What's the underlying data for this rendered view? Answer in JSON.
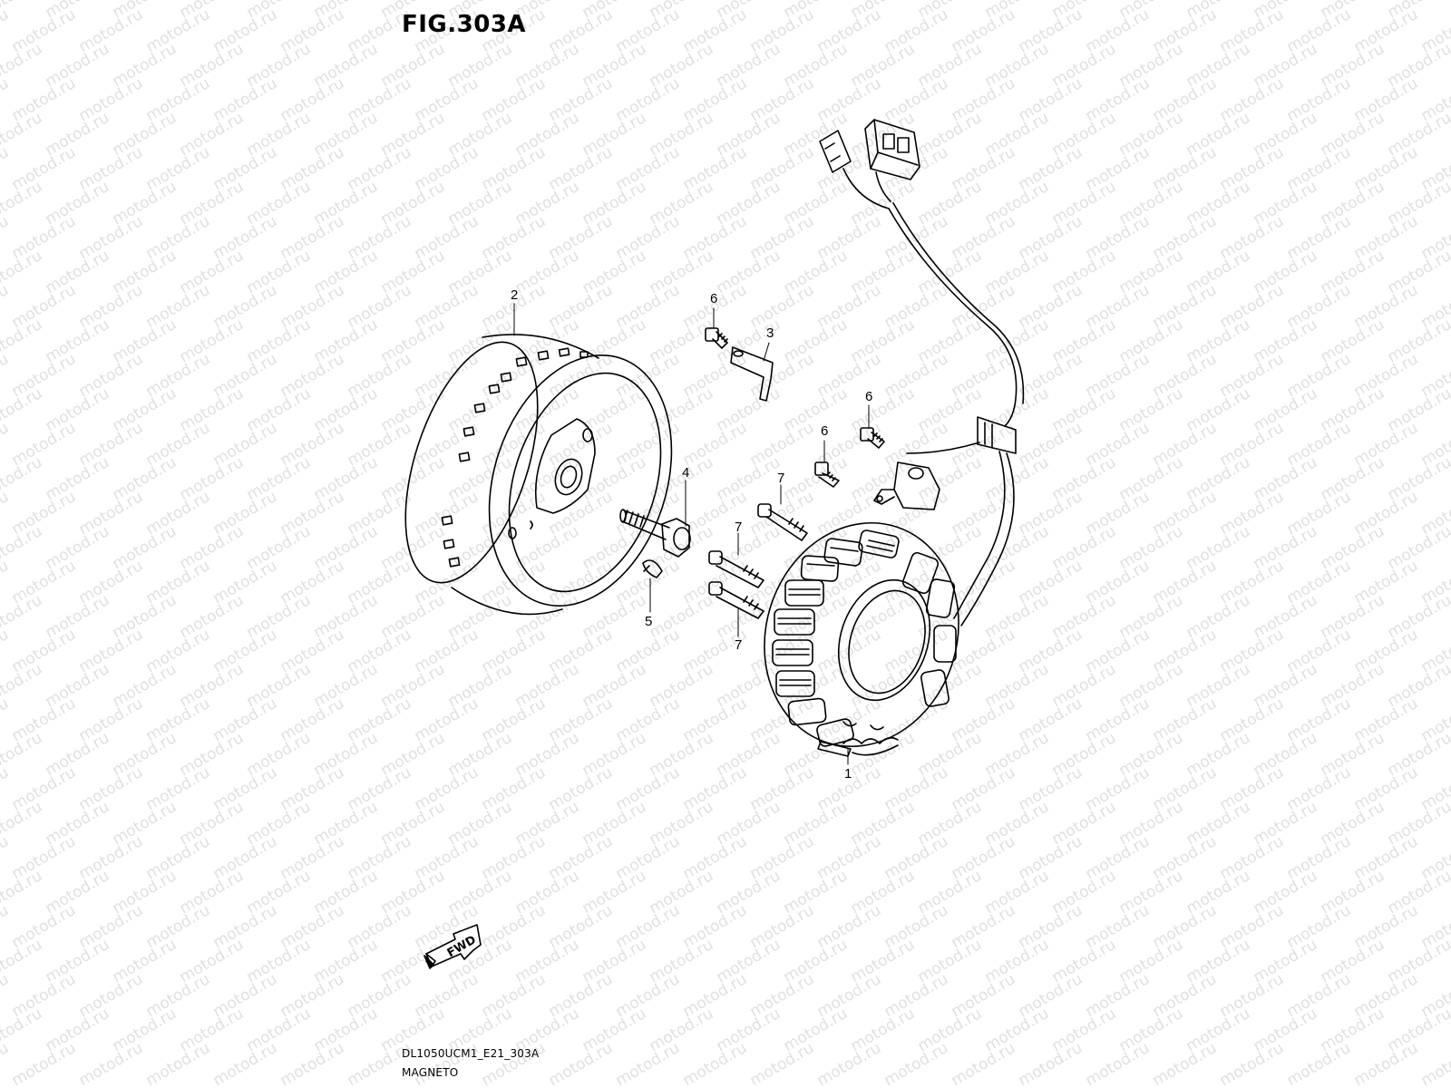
{
  "figure": {
    "title": "FIG.303A"
  },
  "watermark": {
    "text": "motod.ru",
    "color": "#e0e0e0"
  },
  "callouts": [
    {
      "id": "c1",
      "label": "1"
    },
    {
      "id": "c2",
      "label": "2"
    },
    {
      "id": "c3",
      "label": "3"
    },
    {
      "id": "c4",
      "label": "4"
    },
    {
      "id": "c5",
      "label": "5"
    },
    {
      "id": "c6a",
      "label": "6"
    },
    {
      "id": "c6b",
      "label": "6"
    },
    {
      "id": "c6c",
      "label": "6"
    },
    {
      "id": "c7a",
      "label": "7"
    },
    {
      "id": "c7b",
      "label": "7"
    },
    {
      "id": "c7c",
      "label": "7"
    }
  ],
  "parts": [
    {
      "ref": "1",
      "icon": "stator-coil-icon"
    },
    {
      "ref": "2",
      "icon": "rotor-flywheel-icon"
    },
    {
      "ref": "3",
      "icon": "wire-clamp-icon"
    },
    {
      "ref": "4",
      "icon": "rotor-bolt-icon"
    },
    {
      "ref": "5",
      "icon": "woodruff-key-icon"
    },
    {
      "ref": "6",
      "icon": "small-screw-icon"
    },
    {
      "ref": "7",
      "icon": "stator-bolt-icon"
    }
  ],
  "fwd_arrow": {
    "label": "FWD",
    "icon": "fwd-arrow-icon"
  },
  "footer": {
    "code": "DL1050UCM1_E21_303A",
    "name": "MAGNETO"
  }
}
